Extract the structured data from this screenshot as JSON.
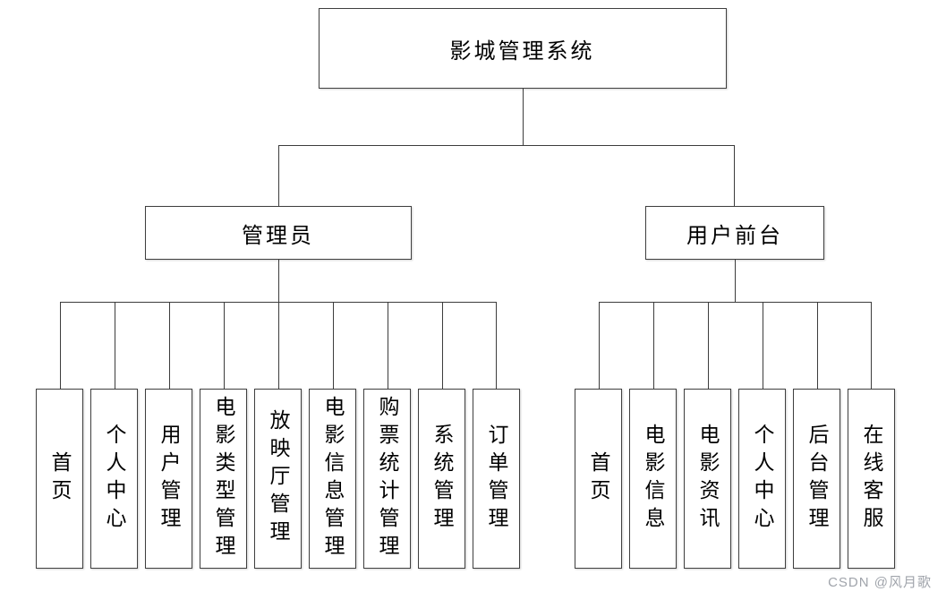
{
  "diagram": {
    "root": "影城管理系统",
    "branches": [
      {
        "label": "管理员",
        "children": [
          "首页",
          "个人中心",
          "用户管理",
          "电影类型管理",
          "放映厅管理",
          "电影信息管理",
          "购票统计管理",
          "系统管理",
          "订单管理"
        ]
      },
      {
        "label": "用户前台",
        "children": [
          "首页",
          "电影信息",
          "电影资讯",
          "个人中心",
          "后台管理",
          "在线客服"
        ]
      }
    ]
  },
  "watermark": "CSDN @风月歌",
  "colors": {
    "line": "#3c3c3c",
    "box_border": "#3f3f3f",
    "background": "#ffffff",
    "text": "#000000",
    "watermark_text": "#a0a4ab"
  }
}
